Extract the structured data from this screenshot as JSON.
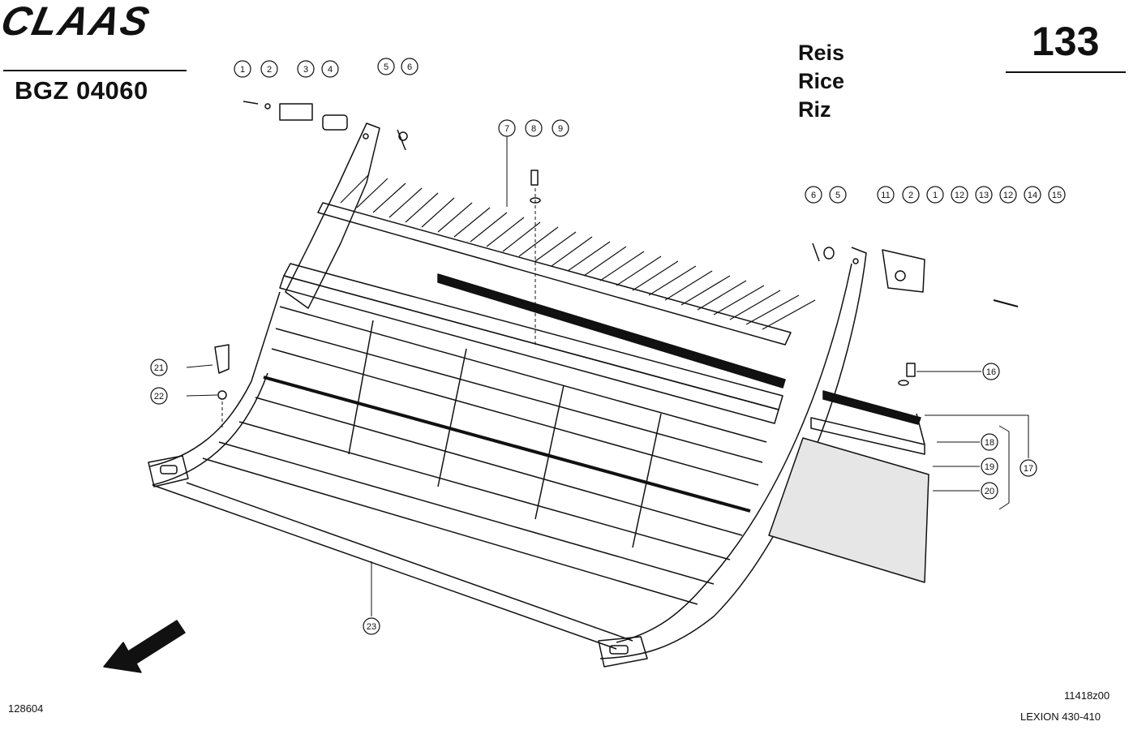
{
  "header": {
    "brand": "CLAAS",
    "document_code": "BGZ 04060",
    "page_number": "133",
    "crop_names": [
      "Reis",
      "Rice",
      "Riz"
    ]
  },
  "footer": {
    "drawing_number": "128604",
    "reference": "11418z00",
    "model": "LEXION 430-410"
  },
  "callouts": [
    "1",
    "2",
    "3",
    "4",
    "5",
    "6",
    "7",
    "8",
    "9",
    "6",
    "5",
    "11",
    "2",
    "1",
    "12",
    "13",
    "12",
    "14",
    "15",
    "16",
    "18",
    "19",
    "17",
    "20",
    "21",
    "22",
    "23"
  ]
}
